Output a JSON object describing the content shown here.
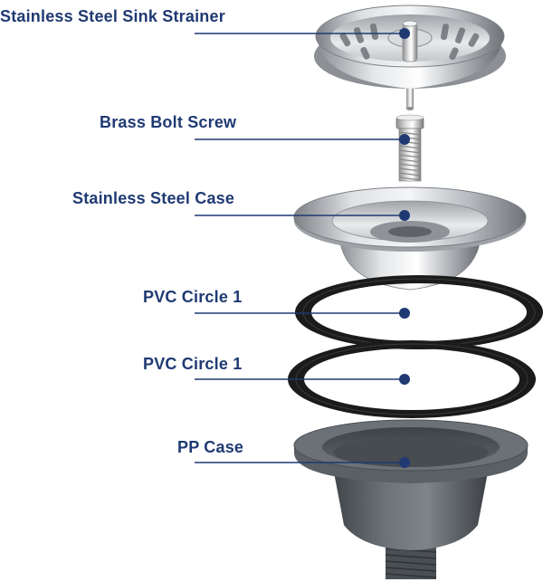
{
  "colors": {
    "label_text": "#1f3a73",
    "leader_line": "#1f3a73",
    "marker_dot": "#1f3a73",
    "steel": "#b9bcc0",
    "gasket": "#1b1b1b",
    "pp_plastic": "#5b6166"
  },
  "parts": [
    {
      "id": "strainer",
      "label": "Stainless Steel Sink Strainer"
    },
    {
      "id": "bolt",
      "label": "Brass Bolt Screw"
    },
    {
      "id": "steel_case",
      "label": "Stainless Steel Case"
    },
    {
      "id": "pvc_circle_a",
      "label": "PVC Circle 1"
    },
    {
      "id": "pvc_circle_b",
      "label": "PVC Circle 1"
    },
    {
      "id": "pp_case",
      "label": "PP Case"
    }
  ]
}
